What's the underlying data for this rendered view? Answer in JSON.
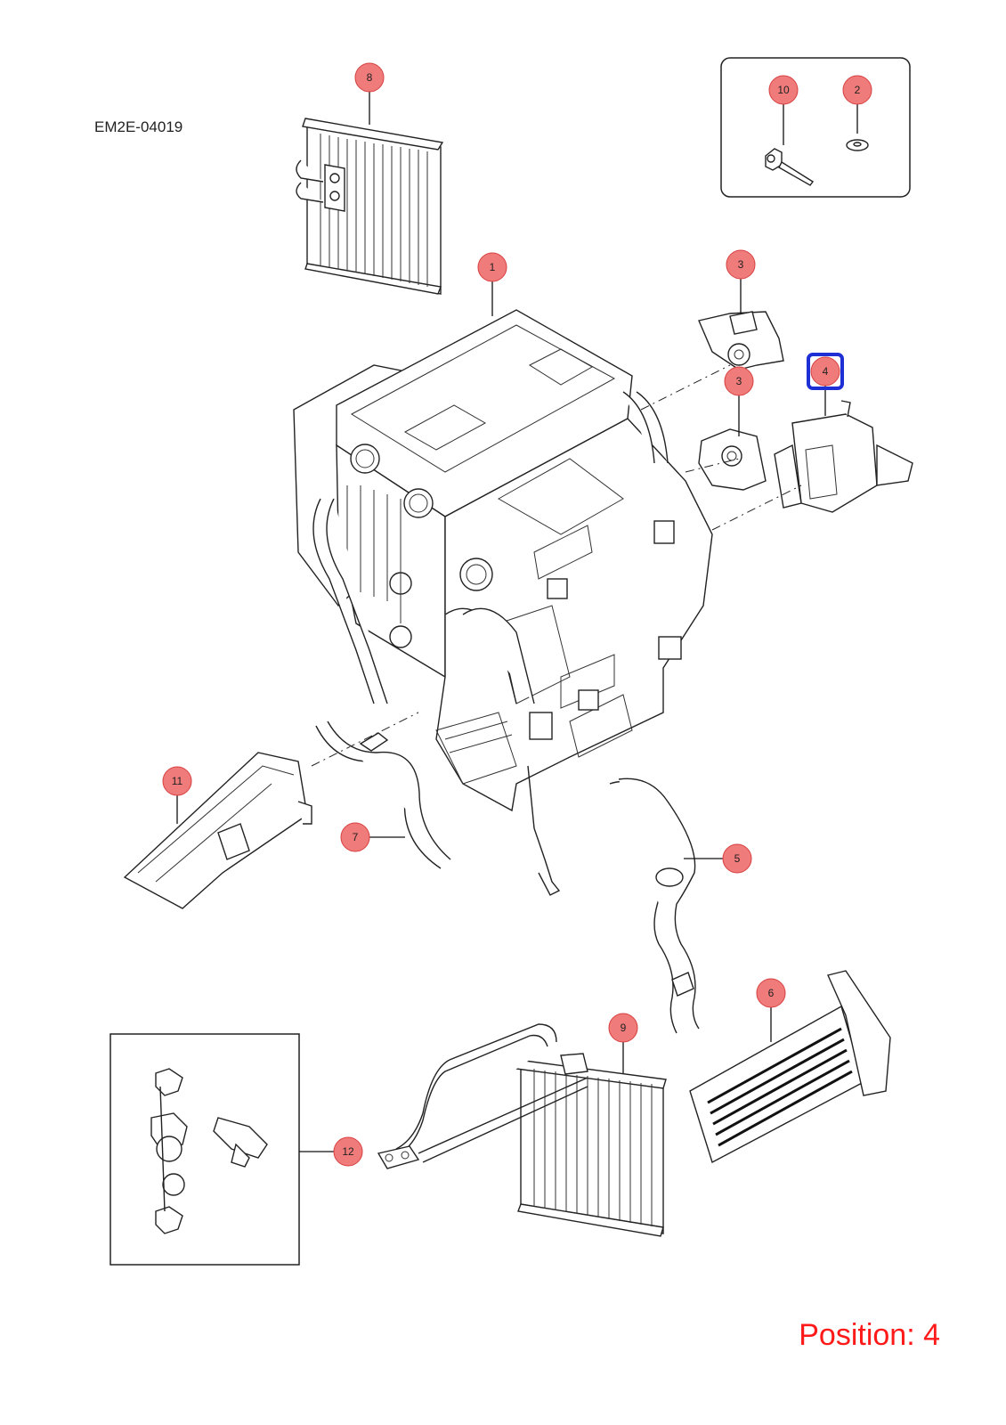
{
  "diagram_code": "EM2E-04019",
  "position_label": "Position: 4",
  "selected_callout": "4",
  "colors": {
    "callout_fill": "#ef7b7b",
    "callout_stroke": "#d84040",
    "highlight": "#1f2fd6",
    "position_text": "#ff1a1a"
  },
  "callouts": [
    {
      "id": "c8",
      "label": "8"
    },
    {
      "id": "c10",
      "label": "10"
    },
    {
      "id": "c2",
      "label": "2"
    },
    {
      "id": "c1",
      "label": "1"
    },
    {
      "id": "c3a",
      "label": "3"
    },
    {
      "id": "c3b",
      "label": "3"
    },
    {
      "id": "c4",
      "label": "4"
    },
    {
      "id": "c11",
      "label": "11"
    },
    {
      "id": "c7",
      "label": "7"
    },
    {
      "id": "c5",
      "label": "5"
    },
    {
      "id": "c6",
      "label": "6"
    },
    {
      "id": "c9",
      "label": "9"
    },
    {
      "id": "c12",
      "label": "12"
    }
  ]
}
